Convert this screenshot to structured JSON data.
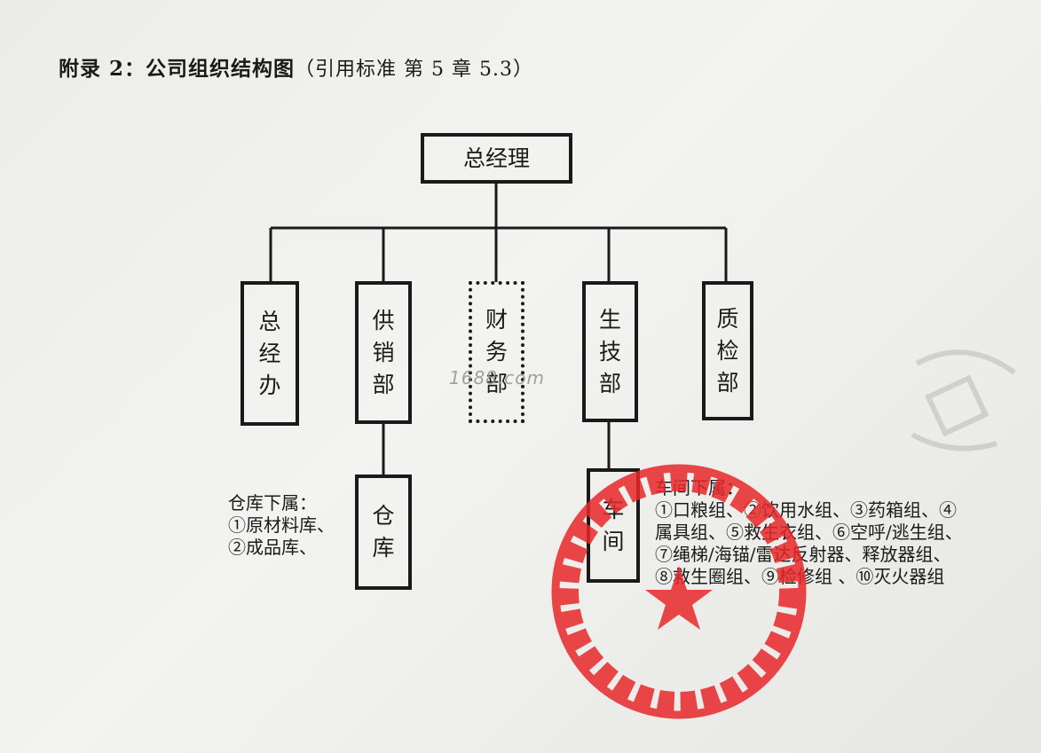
{
  "header": {
    "title": "附录 2：公司组织结构图",
    "reference": "（引用标准  第 5 章  5.3）"
  },
  "org_chart": {
    "top": "总经理",
    "departments": [
      "总经办",
      "供销部",
      "财务部",
      "生技部",
      "质检部"
    ],
    "sub_units": {
      "warehouse": "仓库",
      "workshop": "车间"
    }
  },
  "notes": {
    "warehouse": {
      "heading": "仓库下属：",
      "items": [
        "①原材料库、",
        "②成品库、"
      ]
    },
    "workshop": {
      "heading": "车间下属：",
      "lines": [
        "①口粮组、②饮用水组、③药箱组、④",
        "属具组、⑤救生衣组、⑥空呼/逃生组、",
        "⑦绳梯/海锚/雷达反射器、释放器组、",
        "⑧救生圈组、⑨检修组 、⑩灭火器组"
      ]
    }
  },
  "watermark": "1688.com",
  "stamp": {
    "color": "#e8282b",
    "icon": "star-icon"
  }
}
